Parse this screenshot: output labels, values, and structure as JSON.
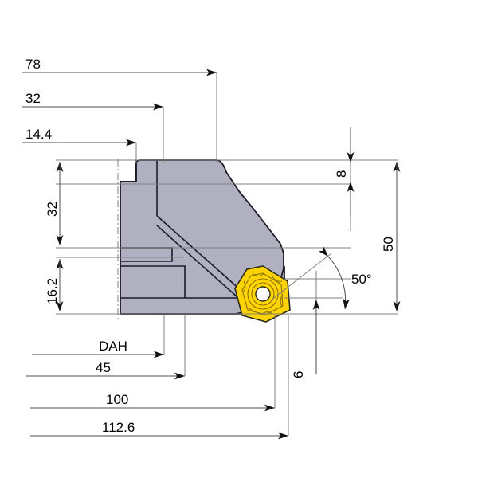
{
  "drawing": {
    "title": "Milling cutter body cross-section",
    "units": "mm",
    "background_color": "#ffffff",
    "body_fill_color": "#b0b0c0",
    "insert_color": "#ffd400",
    "line_color": "#1a1a28"
  },
  "dimensions": {
    "horizontal_top": [
      {
        "id": "dim-78",
        "label": "78",
        "value": 78
      },
      {
        "id": "dim-32h",
        "label": "32",
        "value": 32
      },
      {
        "id": "dim-14-4",
        "label": "14.4",
        "value": 14.4
      }
    ],
    "horizontal_bottom": [
      {
        "id": "dim-dah",
        "label": "DAH",
        "value": null
      },
      {
        "id": "dim-45",
        "label": "45",
        "value": 45
      },
      {
        "id": "dim-100",
        "label": "100",
        "value": 100
      },
      {
        "id": "dim-112-6",
        "label": "112.6",
        "value": 112.6
      }
    ],
    "vertical_left": [
      {
        "id": "dim-32v",
        "label": "32",
        "value": 32
      },
      {
        "id": "dim-16-2",
        "label": "16.2",
        "value": 16.2
      }
    ],
    "vertical_right": [
      {
        "id": "dim-8",
        "label": "8",
        "value": 8
      },
      {
        "id": "dim-50",
        "label": "50",
        "value": 50
      },
      {
        "id": "dim-6",
        "label": "6",
        "value": 6
      }
    ],
    "angular": [
      {
        "id": "dim-50deg",
        "label": "50°",
        "value": 50,
        "unit": "degrees"
      }
    ]
  },
  "insert": {
    "name": "indexable-cutting-insert",
    "shape": "heptagonal",
    "sides": 7,
    "color": "#ffd400",
    "has_center_hole": true
  }
}
